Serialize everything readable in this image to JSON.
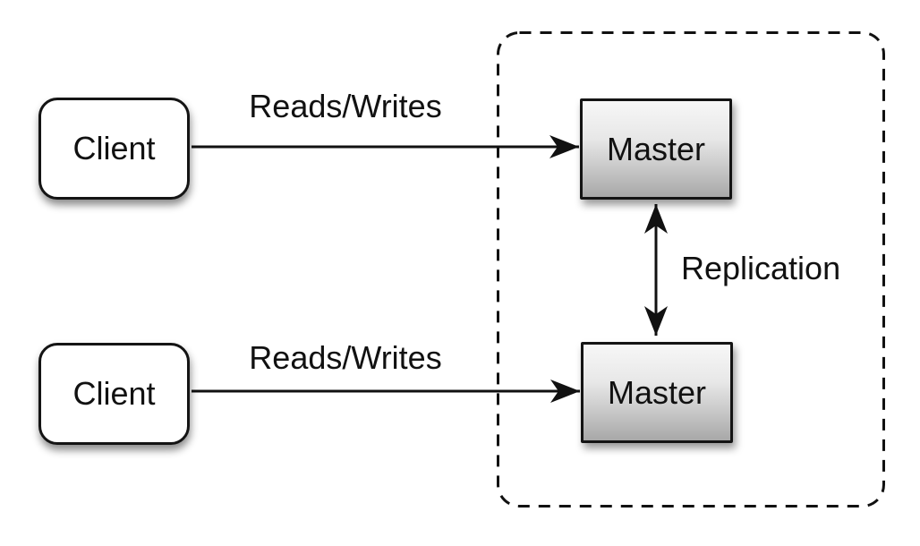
{
  "diagram": {
    "clients": [
      {
        "label": "Client"
      },
      {
        "label": "Client"
      }
    ],
    "masters": [
      {
        "label": "Master"
      },
      {
        "label": "Master"
      }
    ],
    "edges": {
      "reads_writes_top": "Reads/Writes",
      "reads_writes_bottom": "Reads/Writes",
      "replication": "Replication"
    },
    "colors": {
      "background": "#ffffff",
      "stroke": "#111111",
      "master_fill_top": "#f7f7f7",
      "master_fill_bottom": "#a8a8a8"
    }
  }
}
